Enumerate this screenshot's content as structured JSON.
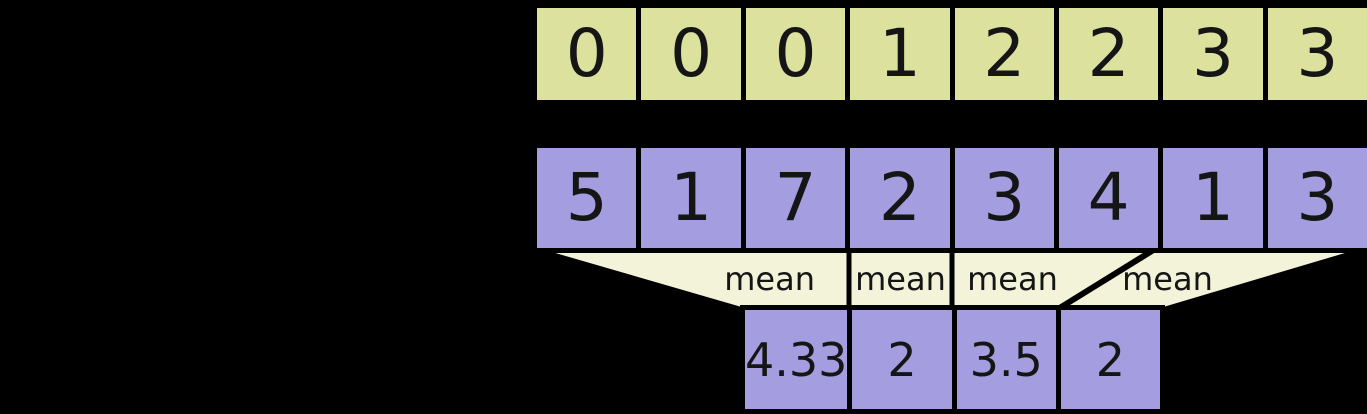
{
  "diagram": {
    "rows": {
      "segment_ids": {
        "values": [
          "0",
          "0",
          "0",
          "1",
          "2",
          "2",
          "3",
          "3"
        ]
      },
      "data": {
        "values": [
          "5",
          "1",
          "7",
          "2",
          "3",
          "4",
          "1",
          "3"
        ]
      },
      "result": {
        "values": [
          "4.33",
          "2",
          "3.5",
          "2"
        ]
      }
    },
    "operation_labels": [
      "mean",
      "mean",
      "mean",
      "mean"
    ],
    "colors": {
      "background": "#000000",
      "segment_cell": "#dce29e",
      "value_cell": "#a49ee1",
      "funnel": "#f3f3da",
      "divider": "#000000",
      "text": "#151515"
    }
  }
}
